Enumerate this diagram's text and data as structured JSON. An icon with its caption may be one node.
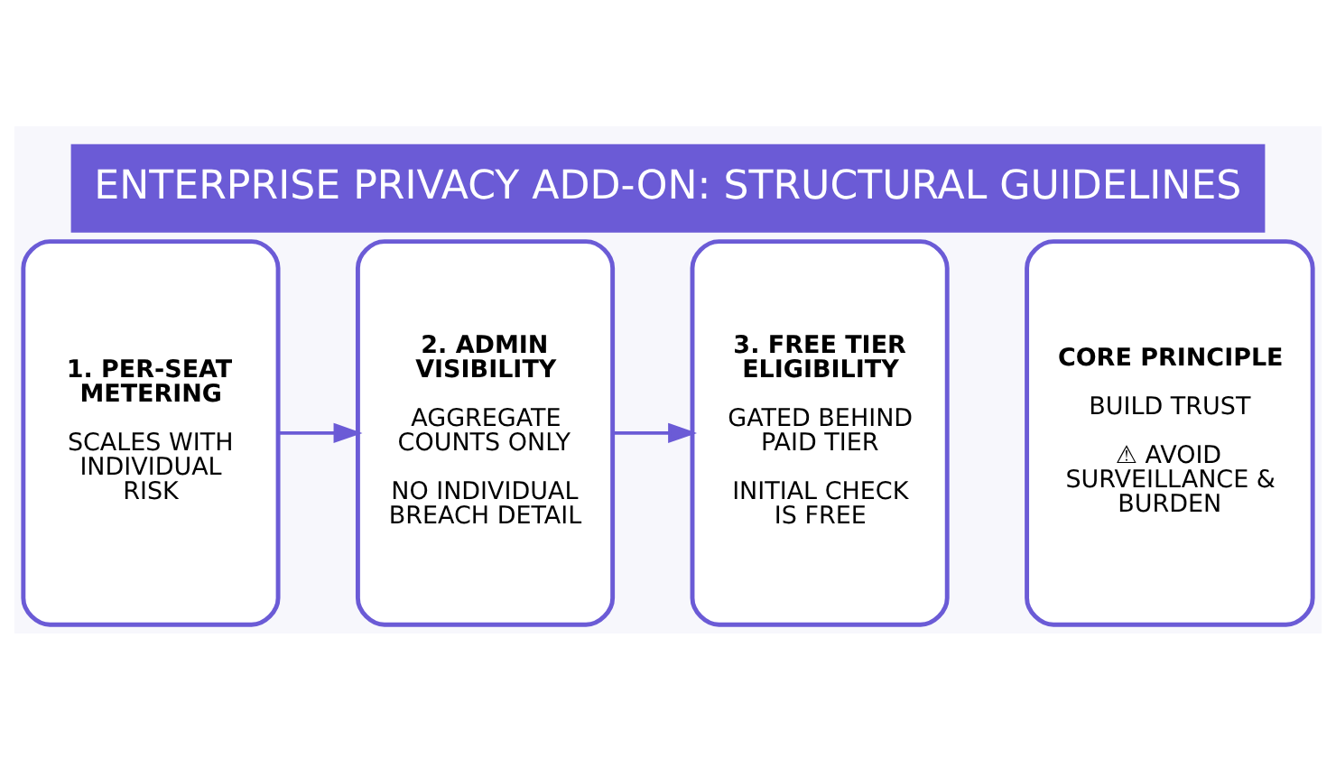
{
  "diagram": {
    "title": "ENTERPRISE PRIVACY ADD-ON: STRUCTURAL GUIDELINES",
    "nodes": [
      {
        "text": [
          "1. PER-SEAT METERING",
          "SCALES WITH INDIVIDUAL RISK"
        ]
      },
      {
        "text": [
          "2. ADMIN VISIBILITY",
          "AGGREGATE COUNTS ONLY",
          "NO INDIVIDUAL BREACH DETAIL"
        ]
      },
      {
        "text": [
          "3. FREE TIER ELIGIBILITY",
          "GATED BEHIND PAID TIER",
          "INITIAL CHECK IS FREE"
        ]
      },
      {
        "text": [
          "CORE PRINCIPLE",
          "BUILD TRUST",
          "⚠ AVOID SURVEILLANCE & BURDEN"
        ]
      }
    ],
    "edges": [
      {
        "from": 0,
        "to": 1,
        "arrow": "to"
      },
      {
        "from": 1,
        "to": 2,
        "arrow": "to"
      }
    ]
  }
}
